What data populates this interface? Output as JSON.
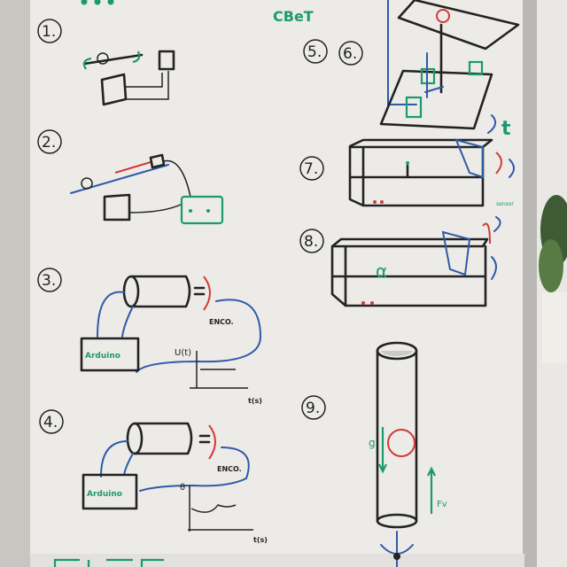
{
  "header": {
    "title": "CBeT"
  },
  "diagrams": [
    {
      "number": "1."
    },
    {
      "number": "2."
    },
    {
      "number": "3.",
      "board_label": "Arduino",
      "encoder_label": "ENCO.",
      "y_axis_label": "U(t)",
      "x_axis_label": "t(s)"
    },
    {
      "number": "4.",
      "board_label": "Arduino",
      "encoder_label": "ENCO.",
      "y_axis_label": "θ",
      "x_axis_label": "t(s)"
    },
    {
      "number": "5.",
      "number_b": "6."
    },
    {
      "number": "7.",
      "sensor_label": "sensor",
      "time_label": "t"
    },
    {
      "number": "8.",
      "label": "α"
    },
    {
      "number": "9.",
      "gravity_label": "g",
      "force_label": "Fv"
    }
  ],
  "colors": {
    "board": "#ecebe7",
    "ink_black": "#232323",
    "ink_blue": "#2f5aa8",
    "ink_red": "#d23a3a",
    "ink_green": "#1b9a72",
    "frame": "#b9b8b5"
  }
}
